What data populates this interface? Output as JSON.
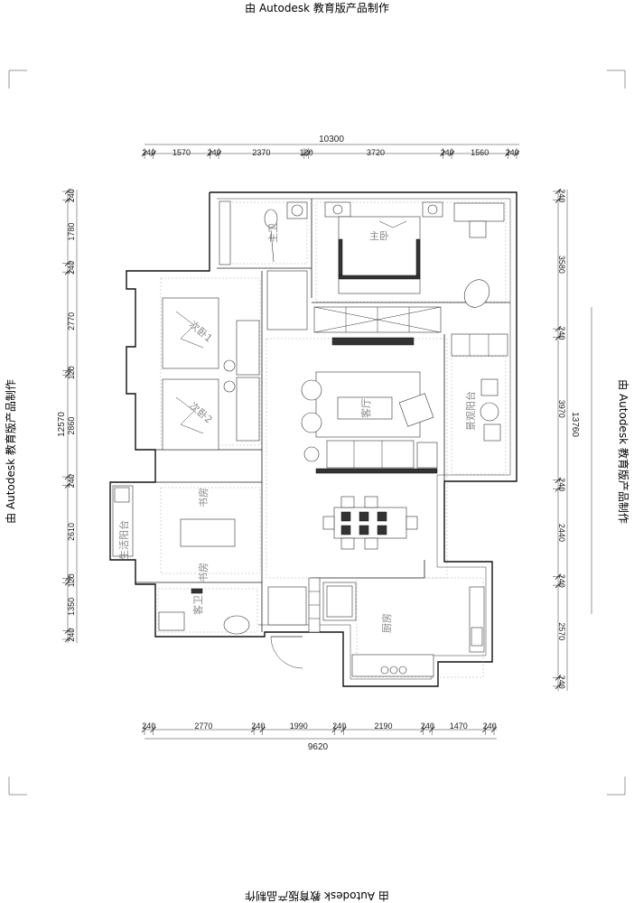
{
  "watermark": {
    "text": "由 Autodesk 教育版产品制作"
  },
  "dimensions": {
    "top_total": "10300",
    "top_segments": [
      "240",
      "1570",
      "240",
      "2370",
      "120",
      "3720",
      "240",
      "1560",
      "240"
    ],
    "bottom_total": "9620",
    "bottom_segments": [
      "240",
      "2770",
      "240",
      "1990",
      "240",
      "2190",
      "240",
      "1470",
      "240"
    ],
    "left_total": "12570",
    "left_segments": [
      "240",
      "1780",
      "240",
      "2770",
      "120",
      "2860",
      "240",
      "2610",
      "120",
      "1350",
      "240"
    ],
    "right_total": "13760",
    "right_segments": [
      "240",
      "3580",
      "240",
      "3970",
      "240",
      "2440",
      "240",
      "2570",
      "240"
    ]
  },
  "rooms": {
    "master_bedroom": "主卧",
    "master_bath": "主卫",
    "second_bedroom_1": "次卧1",
    "second_bedroom_2": "次卧2",
    "living_room": "客厅",
    "leisure_balcony": "景观阳台",
    "study_top": "书房",
    "study_bottom": "书房",
    "service_balcony": "生活阳台",
    "guest_bath": "客卫",
    "kitchen": "厨房"
  }
}
